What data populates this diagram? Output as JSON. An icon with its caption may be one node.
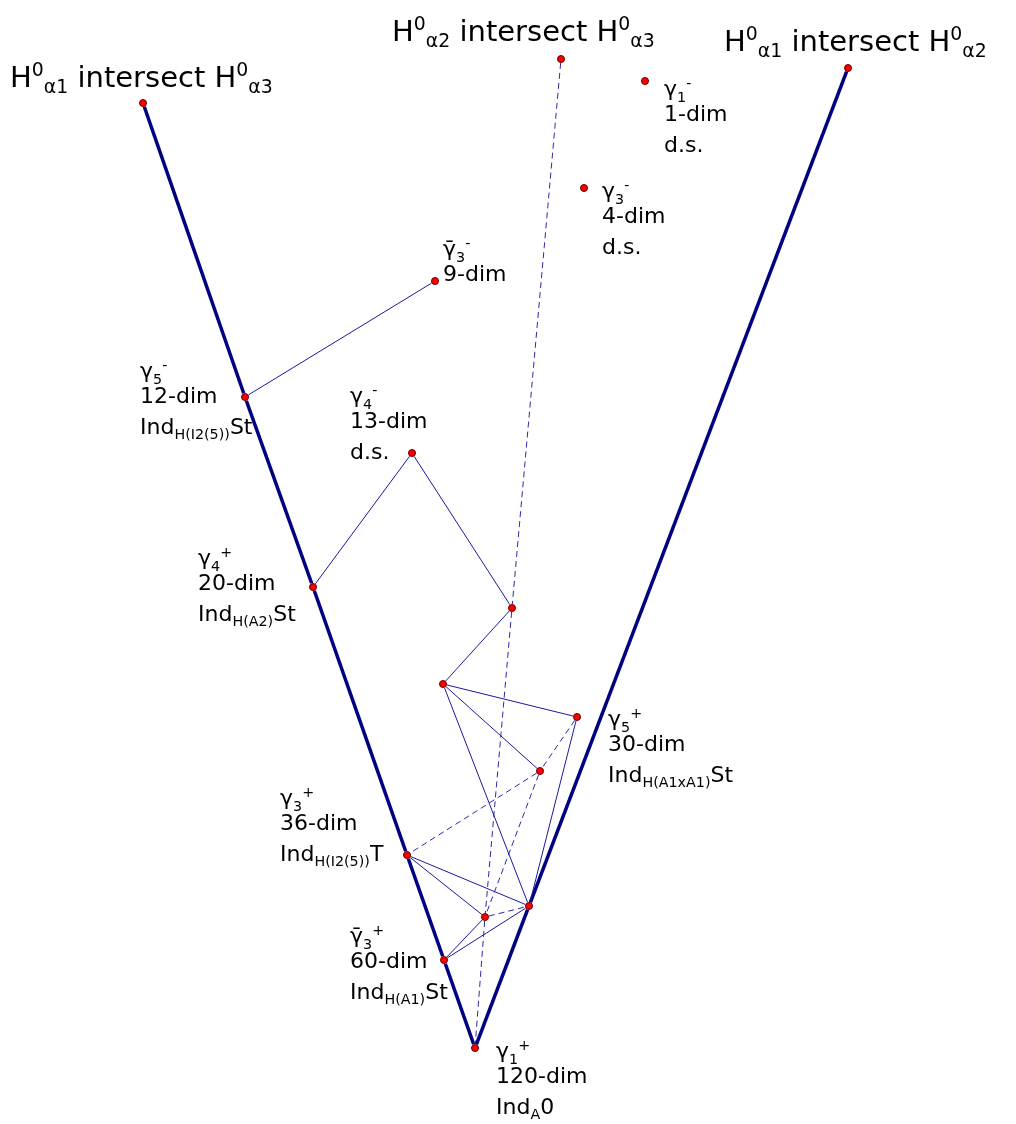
{
  "diagram": {
    "nodes": [
      {
        "text": [],
        "shape": "circle",
        "beside": [
          "H$^{0}$$_{α2}$ intersect H$^{0}$$_{α3}$"
        ]
      },
      {
        "text": [],
        "shape": "circle",
        "beside": [
          "H$^{0}$$_{α1}$ intersect H$^{0}$$_{α2}$"
        ]
      },
      {
        "text": [],
        "shape": "circle",
        "beside": [
          "γ$_{1}$$^{-}$",
          "1-dim",
          "d.s."
        ]
      },
      {
        "text": [],
        "shape": "circle",
        "beside": [
          "H$^{0}$$_{α1}$ intersect H$^{0}$$_{α3}$"
        ]
      },
      {
        "text": [],
        "shape": "circle",
        "beside": [
          "γ$_{3}$$^{-}$",
          "4-dim",
          "d.s."
        ]
      },
      {
        "text": [],
        "shape": "circle",
        "beside": [
          "γ̄$_{3}$$^{-}$",
          "9-dim"
        ]
      },
      {
        "text": [],
        "shape": "circle",
        "beside": [
          "γ$_{5}$$^{-}$",
          "12-dim",
          "Ind$_{H(I2(5))}$St"
        ]
      },
      {
        "text": [],
        "shape": "circle",
        "beside": [
          "γ$_{4}$$^{-}$",
          "13-dim",
          "d.s."
        ]
      },
      {
        "text": [],
        "shape": "circle",
        "beside": [
          "γ$_{4}$$^{+}$",
          "20-dim",
          "Ind$_{H(A2)}$St"
        ]
      },
      {
        "text": [],
        "shape": "circle"
      },
      {
        "text": [],
        "shape": "circle"
      },
      {
        "text": [],
        "shape": "circle",
        "beside": [
          "γ$_{5}$$^{+}$",
          "30-dim",
          "Ind$_{H(A1xA1)}$St"
        ]
      },
      {
        "text": [],
        "shape": "circle"
      },
      {
        "text": [],
        "shape": "circle",
        "beside": [
          "γ$_{3}$$^{+}$",
          "36-dim",
          "Ind$_{H(I2(5))}$T"
        ]
      },
      {
        "text": [],
        "shape": "circle"
      },
      {
        "text": [],
        "shape": "circle"
      },
      {
        "text": [],
        "shape": "circle",
        "beside": [
          "γ̄$_{3}$$^{+}$",
          "60-dim",
          "Ind$_{H(A1)}$St"
        ]
      },
      {
        "text": [],
        "shape": "circle",
        "beside": [
          "γ$_{1}$$^{+}$",
          "120-dim",
          "Ind$_{A}$0"
        ]
      }
    ],
    "edges": [
      {
        "from": 3,
        "to": 6,
        "arrow": "none",
        "style": "thick"
      },
      {
        "from": 6,
        "to": 8,
        "arrow": "none",
        "style": "thick"
      },
      {
        "from": 8,
        "to": 13,
        "arrow": "none",
        "style": "thick"
      },
      {
        "from": 13,
        "to": 16,
        "arrow": "none",
        "style": "thick"
      },
      {
        "from": 16,
        "to": 17,
        "arrow": "none",
        "style": "thick"
      },
      {
        "from": 1,
        "to": 14,
        "arrow": "none",
        "style": "thick"
      },
      {
        "from": 14,
        "to": 17,
        "arrow": "none",
        "style": "thick"
      },
      {
        "from": 0,
        "to": 9,
        "arrow": "none",
        "style": "dashed"
      },
      {
        "from": 9,
        "to": 15,
        "arrow": "none",
        "style": "dashed"
      },
      {
        "from": 15,
        "to": 17,
        "arrow": "none",
        "style": "dashed"
      },
      {
        "from": 11,
        "to": 12,
        "arrow": "none",
        "style": "dashed"
      },
      {
        "from": 12,
        "to": 13,
        "arrow": "none",
        "style": "dashed"
      },
      {
        "from": 12,
        "to": 15,
        "arrow": "none",
        "style": "dashed"
      },
      {
        "from": 15,
        "to": 14,
        "arrow": "none",
        "style": "dashed"
      },
      {
        "from": 5,
        "to": 6,
        "arrow": "none"
      },
      {
        "from": 7,
        "to": 8,
        "arrow": "none"
      },
      {
        "from": 7,
        "to": 9,
        "arrow": "none"
      },
      {
        "from": 9,
        "to": 10,
        "arrow": "none"
      },
      {
        "from": 10,
        "to": 11,
        "arrow": "none"
      },
      {
        "from": 10,
        "to": 12,
        "arrow": "none"
      },
      {
        "from": 10,
        "to": 14,
        "arrow": "none"
      },
      {
        "from": 11,
        "to": 14,
        "arrow": "none"
      },
      {
        "from": 13,
        "to": 14,
        "arrow": "none"
      },
      {
        "from": 13,
        "to": 15,
        "arrow": "none"
      },
      {
        "from": 16,
        "to": 15,
        "arrow": "none"
      },
      {
        "from": 16,
        "to": 14,
        "arrow": "none"
      }
    ]
  }
}
